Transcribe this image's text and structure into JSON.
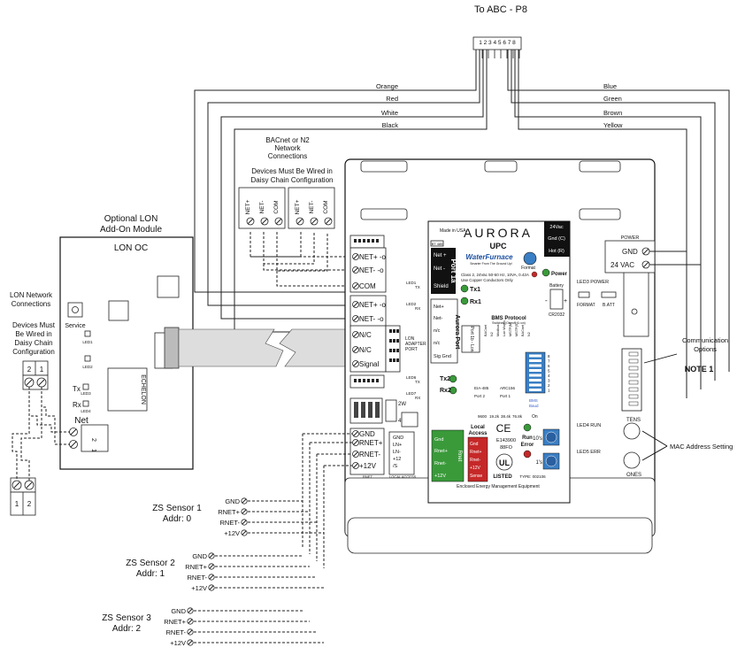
{
  "top_label": "To ABC - P8",
  "connector_pins": "1 2 3 4 5 6 7 8",
  "left_wires": [
    "Orange",
    "Red",
    "White",
    "Black"
  ],
  "right_wires": [
    "Blue",
    "Green",
    "Brown",
    "Yellow"
  ],
  "network": {
    "title_lines": [
      "BACnet or N2",
      "Network",
      "Connections"
    ],
    "daisy_lines": [
      "Devices Must Be Wired in",
      "Daisy Chain Configuration"
    ],
    "term_labels": [
      "NET+",
      "NET-",
      "COM"
    ]
  },
  "lon_module": {
    "title_lines": [
      "Optional LON",
      "Add-On Module"
    ],
    "name": "LON OC",
    "service": "Service",
    "led1": "LED1",
    "led2": "LED2",
    "led3": "LED3",
    "led4": "LED4",
    "tx": "Tx",
    "rx": "Rx",
    "echelon": "ECHELON",
    "net": "Net",
    "pin1": "1",
    "pin2": "2"
  },
  "lon_net": {
    "title_lines": [
      "LON Network",
      "Connections"
    ],
    "daisy_lines": [
      "Devices Must",
      "Be Wired in",
      "Daisy Chain",
      "Configuration"
    ],
    "t1": "2",
    "t2": "1",
    "b1": "1",
    "b2": "2"
  },
  "board": {
    "brand": "AURORA",
    "model": "UPC",
    "made_in": "Made in USA",
    "bt485": "BT 485",
    "port1a": "Port 1a",
    "net_plus": "Net +",
    "net_minus": "Net -",
    "shield": "Shield",
    "tx1": "Tx1",
    "rx1": "Rx1",
    "tx2": "Tx2",
    "rx2": "Rx2",
    "class_note": "Class 2, 24Vac 50-60 Hz, 10VA, 0.42A",
    "copper_note": "Use Copper Conductors Only",
    "waterfurnace": "WaterFurnace",
    "tagline": "Smarter From The Ground Up!",
    "format": "Format",
    "power": "Power",
    "battery": "Battery",
    "cr2032": "CR2032",
    "vac24": "24Vac",
    "gnd_c": "Gnd (C)",
    "hot_r": "Hot (R)",
    "aurora_port": "Aurora Port",
    "ap_labels": [
      "Net+",
      "Net-",
      "n/c",
      "n/c",
      "Sig Gnd"
    ],
    "port1b_lon": "Port 1b - Lon",
    "bms_protocol": "BMS Protocol",
    "bms_sub": "Switches (On=off, 1=on)",
    "dip_labels": [
      "BACnet",
      "N2",
      "Modbus",
      "Lon Works",
      "MSTP(M)",
      "MSTP(S)",
      "BACnet",
      "N2"
    ],
    "eia485": "EIA-485",
    "arc156": "ARC156",
    "port2": "Port 2",
    "port1": "Port 1",
    "bms": "BMS",
    "baud": "Baud",
    "baud_vals": [
      "9600",
      "19.2k",
      "38.4k",
      "76.8k"
    ],
    "on": "On",
    "local_access": [
      "Local",
      "Access"
    ],
    "la_labels": [
      "Gnd",
      "Rnet+",
      "Rnet-",
      "+12V",
      "Sense"
    ],
    "rnet_labels": [
      "Gnd",
      "Rnet+",
      "Rnet-",
      "+12V"
    ],
    "rnet": "Rnet",
    "ce": "CE",
    "e_number": "E143900",
    "code_88fo": "88FO",
    "run_error": [
      "Run",
      "Error"
    ],
    "tens_rot": "10's",
    "ones_rot": "1's",
    "ul": "UL",
    "listed": "LISTED",
    "type": "TYPE: 002106",
    "enclosed": "Enclosed Energy Management Equipment",
    "net_terms": [
      "NET+",
      "NET-",
      "COM"
    ],
    "net2_terms": [
      "NET+",
      "NET-"
    ],
    "lon_terms": [
      "N/C",
      "N/C",
      "Signal"
    ],
    "lon_adapter": [
      "LON",
      "ADAPTER",
      "PORT"
    ],
    "rnet_terms": [
      "GND",
      "RNET+",
      "RNET-",
      "+12V"
    ],
    "la_small": [
      "GND",
      "LN+",
      "LN-",
      "+12",
      "/S"
    ],
    "led_labels": [
      "LED1",
      "LED2",
      "LED6",
      "LED7"
    ],
    "tx_lbl": "TX",
    "rx_lbl": "RX",
    "w2": "2W",
    "w4": "4W",
    "rnet_bot": "RNET",
    "la_bot": "LOCAL ACCESS"
  },
  "power": {
    "title": "POWER",
    "gnd": "GND",
    "vac": "24 VAC",
    "led3_power": "LED3 POWER",
    "format": "FORMAT",
    "batt": "B.ATT",
    "led4_run": "LED4 RUN",
    "led5_err": "LED5 ERR"
  },
  "comm": {
    "options_lines": [
      "Communication",
      "Options"
    ],
    "note": "NOTE 1",
    "mac": "MAC Address Setting",
    "tens": "TENS",
    "ones": "ONES"
  },
  "sensors": [
    {
      "name": "ZS Sensor 1",
      "addr": "Addr: 0"
    },
    {
      "name": "ZS Sensor 2",
      "addr": "Addr: 1"
    },
    {
      "name": "ZS Sensor 3",
      "addr": "Addr: 2"
    }
  ],
  "sensor_terms": [
    "GND",
    "RNET+",
    "RNET-",
    "+12V"
  ]
}
